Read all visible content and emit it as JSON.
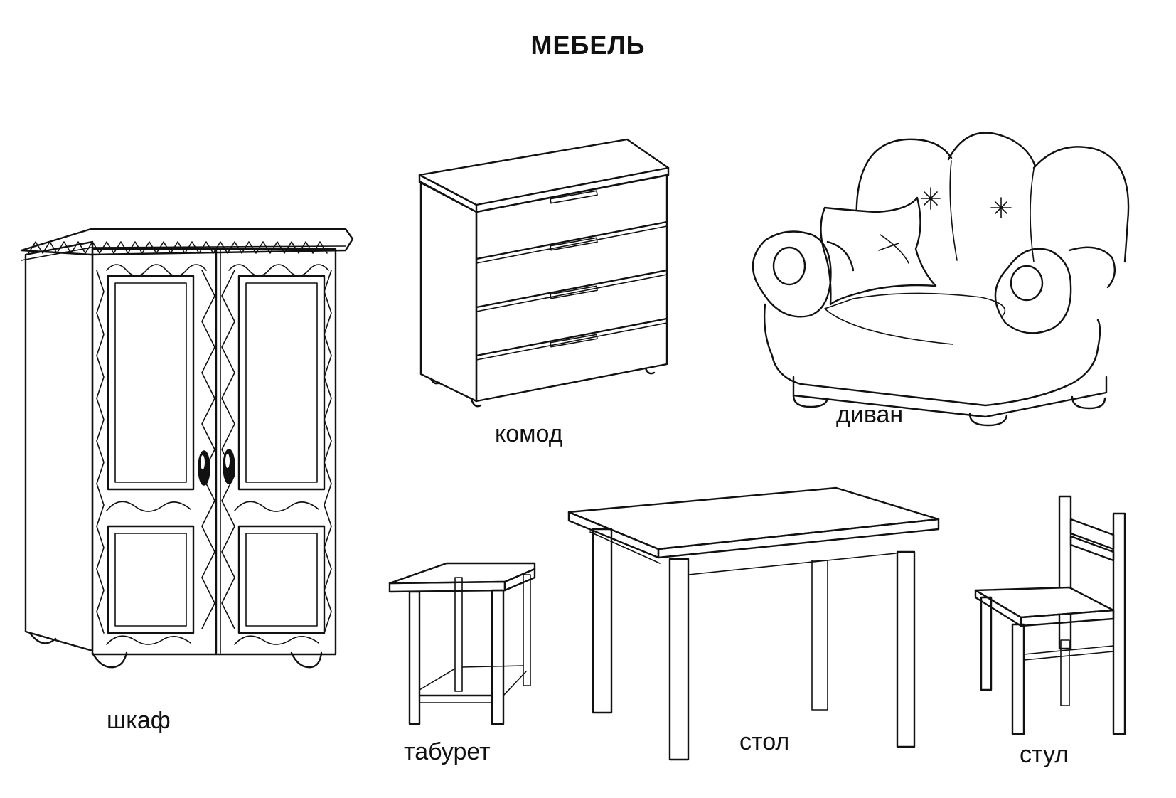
{
  "title": "МЕБЕЛЬ",
  "items": [
    {
      "id": "wardrobe",
      "label": "шкаф"
    },
    {
      "id": "dresser",
      "label": "комод"
    },
    {
      "id": "sofa",
      "label": "диван"
    },
    {
      "id": "stool",
      "label": "табурет"
    },
    {
      "id": "table",
      "label": "стол"
    },
    {
      "id": "chair",
      "label": "стул"
    }
  ],
  "colors": {
    "ink": "#111111",
    "paper": "#ffffff"
  }
}
